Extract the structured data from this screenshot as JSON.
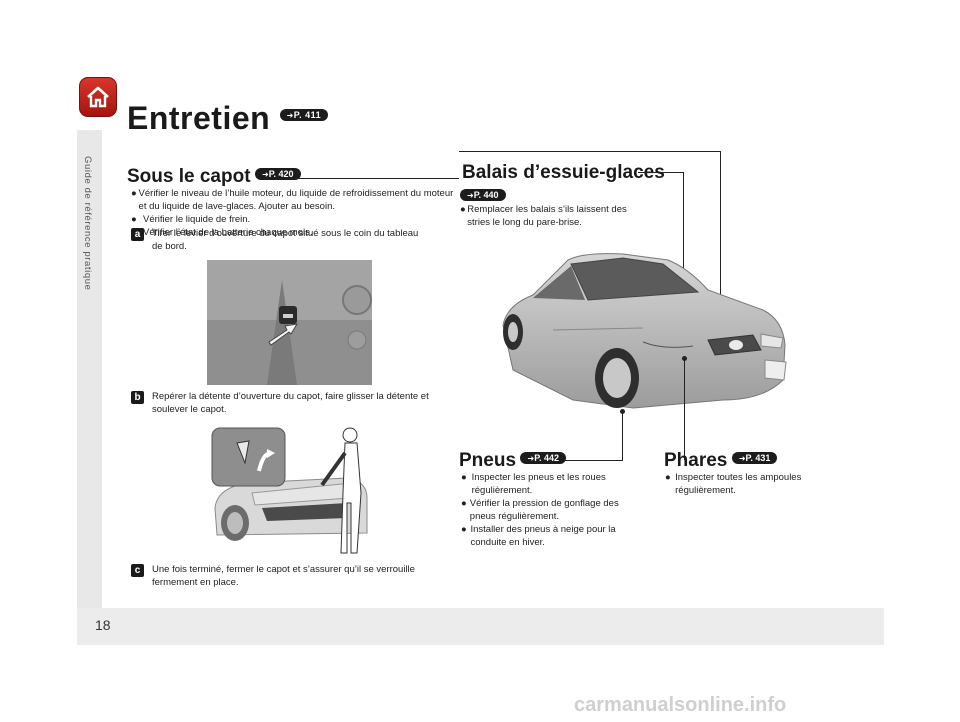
{
  "sidebar": {
    "label": "Guide de référence pratique"
  },
  "page_number": "18",
  "title": {
    "text": "Entretien",
    "ref": "P. 411"
  },
  "sous_capot": {
    "heading": "Sous le capot",
    "ref": "P. 420",
    "bullets": [
      "Vérifier le niveau de l’huile moteur, du liquide de refroidissement du moteur et du liquide de lave-glaces. Ajouter au besoin.",
      "Vérifier le liquide de frein.",
      "Vérifier l’état de la batterie chaque mois."
    ],
    "steps": [
      {
        "badge": "a",
        "text": "Tirer le levier d’ouverture du capot situé sous le coin du tableau de bord."
      },
      {
        "badge": "b",
        "text": "Repérer la détente d’ouverture du capot, faire glisser la détente et soulever le capot."
      },
      {
        "badge": "c",
        "text": "Une fois terminé, fermer le capot et s’assurer qu’il se verrouille fermement en place."
      }
    ]
  },
  "balais": {
    "heading": "Balais d’essuie-glaces",
    "ref": "P. 440",
    "bullets": [
      "Remplacer les balais s’ils laissent des stries le long du pare-brise."
    ]
  },
  "pneus": {
    "heading": "Pneus",
    "ref": "P. 442",
    "bullets": [
      "Inspecter les pneus et les roues régulièrement.",
      "Vérifier la pression de gonflage des pneus régulièrement.",
      "Installer des pneus à neige pour la conduite en hiver."
    ]
  },
  "phares": {
    "heading": "Phares",
    "ref": "P. 431",
    "bullets": [
      "Inspecter toutes les ampoules régulièrement."
    ]
  },
  "icons": {
    "home": "home-icon",
    "bullet": "bullet-dot-icon",
    "arrow": "arrow-icon"
  },
  "colors": {
    "home_red": "#c4261c",
    "panel_gray": "#e8e8e8"
  },
  "watermark": "carmanualsonline.info"
}
